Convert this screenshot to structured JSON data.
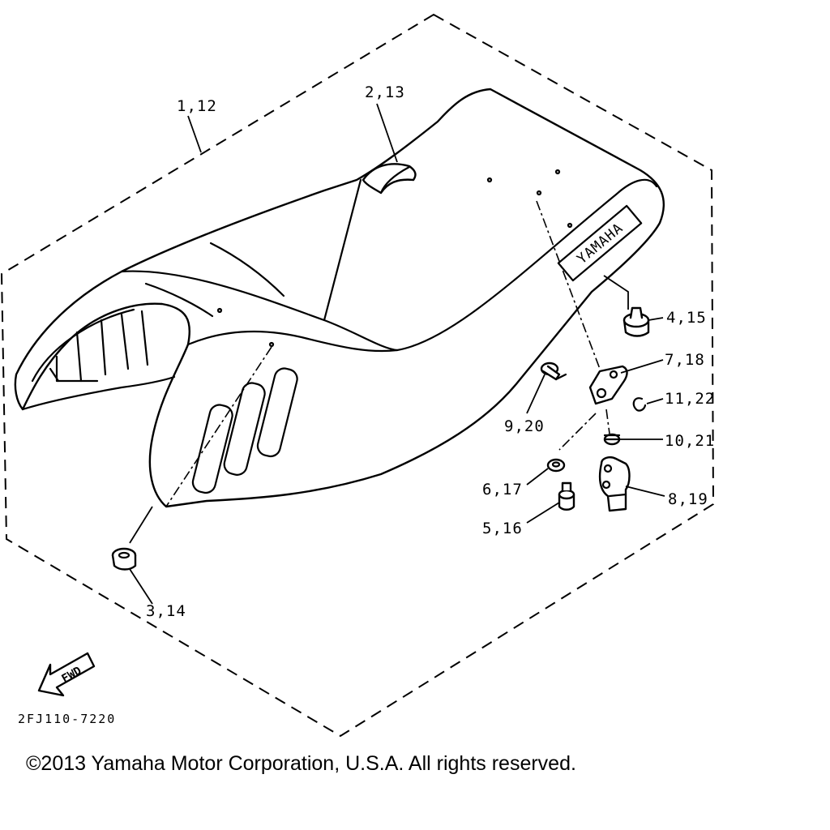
{
  "diagram_code": "2FJ110-7220",
  "copyright": "©2013 Yamaha Motor Corporation, U.S.A. All rights reserved.",
  "brand_label": "YAMAHA",
  "fwd_label": "FWD",
  "callouts": {
    "c_1_12": "1,12",
    "c_2_13": "2,13",
    "c_3_14": "3,14",
    "c_4_15": "4,15",
    "c_5_16": "5,16",
    "c_6_17": "6,17",
    "c_7_18": "7,18",
    "c_8_19": "8,19",
    "c_9_20": "9,20",
    "c_10_21": "10,21",
    "c_11_22": "11,22"
  }
}
